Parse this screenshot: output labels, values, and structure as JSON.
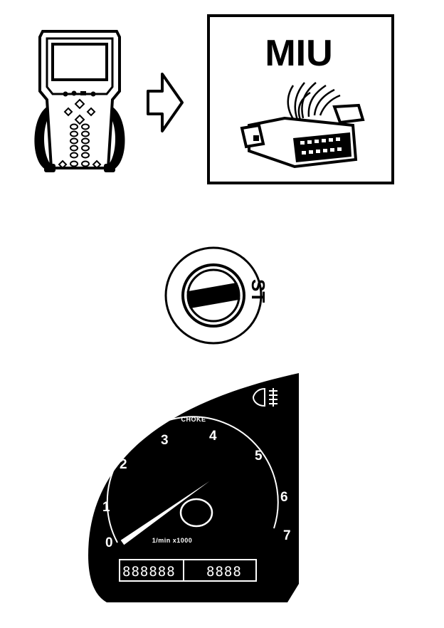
{
  "miu_box": {
    "title": "MIU"
  },
  "ignition": {
    "position_label": "ST"
  },
  "tachometer": {
    "ticks": [
      "0",
      "1",
      "2",
      "3",
      "4",
      "5",
      "6",
      "7"
    ],
    "top_label": "CHOKE",
    "unit_label": "1/min x1000",
    "odometer_left": "888888",
    "odometer_right": "8888",
    "needle_value": 4.4
  }
}
